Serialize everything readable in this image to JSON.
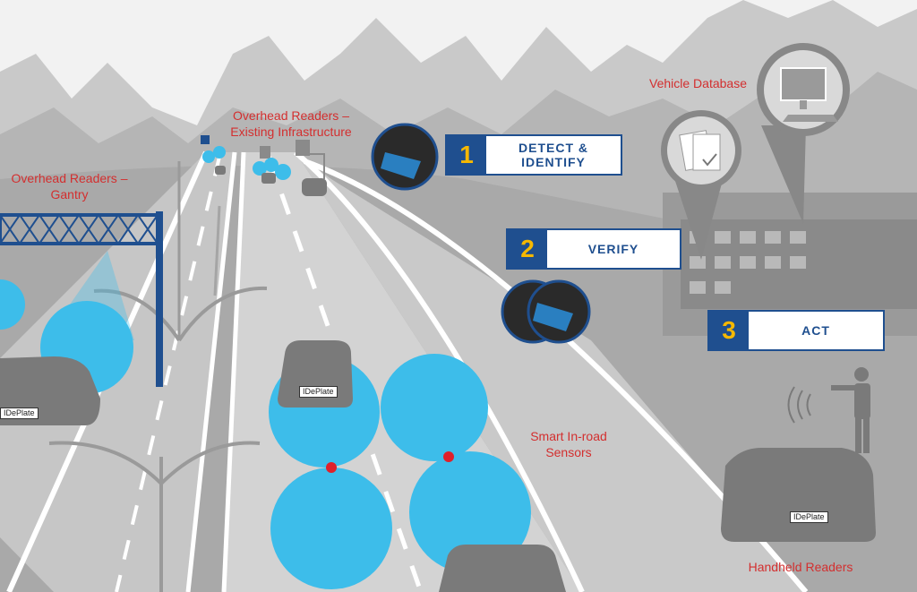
{
  "labels": {
    "overhead_infra": "Overhead Readers –\nExisting Infrastructure",
    "overhead_gantry": "Overhead Readers –\nGantry",
    "vehicle_db": "Vehicle Database",
    "smart_sensors": "Smart In-road\nSensors",
    "handheld": "Handheld Readers"
  },
  "steps": [
    {
      "number": "1",
      "text": "DETECT &\nIDENTIFY"
    },
    {
      "number": "2",
      "text": "VERIFY"
    },
    {
      "number": "3",
      "text": "ACT"
    }
  ],
  "plates": [
    "IDePlate",
    "IDePlate",
    "IDePlate"
  ],
  "colors": {
    "label_red": "#d32f2f",
    "step_blue": "#1f4f8f",
    "step_yellow": "#f6b800",
    "sensor_blue": "#3dbdea",
    "sensor_dot": "#e0202a",
    "gantry_blue": "#1f4f8f"
  },
  "icons": [
    "car-thumbnail-icon",
    "document-check-icon",
    "computer-monitor-icon",
    "signal-waves-icon",
    "officer-icon"
  ]
}
